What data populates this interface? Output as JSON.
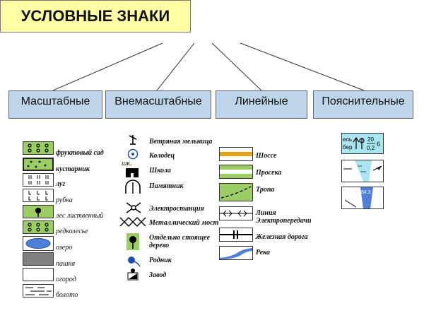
{
  "title": "УСЛОВНЫЕ ЗНАКИ",
  "categories": [
    {
      "key": "scale",
      "label": "Масштабные"
    },
    {
      "key": "nonscale",
      "label": "Внемасштабные"
    },
    {
      "key": "linear",
      "label": "Линейные"
    },
    {
      "key": "explanatory",
      "label": "Пояснительные"
    }
  ],
  "scale_signs": [
    "фруктовый сад",
    "кустарник",
    "луг",
    "рубка",
    "лес лиственный",
    "редколесье",
    "озеро",
    "пашня",
    "огород",
    "болото"
  ],
  "nonscale_signs": {
    "windmill": "Ветряная мельница",
    "well": "Колодец",
    "school_abbr": "шк.",
    "school": "Школа",
    "monument": "Памятник",
    "power_station": "Электростанция",
    "metal_bridge": "Металлический мост",
    "lone_tree": "Отдельно стоящее дерево",
    "spring": "Родник",
    "factory": "Завод"
  },
  "linear_signs": {
    "highway": "Шоссе",
    "clearing": "Просека",
    "path": "Тропа",
    "power_line_1": "Линия",
    "power_line_2": "Электропередачи",
    "railway": "Железная дорога",
    "river": "Река"
  },
  "explanatory_sign": {
    "text_top_left": "ель",
    "text_bottom_left": "бер",
    "num_top": "20",
    "num_bottom": "0,2",
    "num_right": "6",
    "river_mark": "84,3"
  },
  "colors": {
    "title_bg": "#ffffa6",
    "category_bg": "#bdd4ea",
    "green": "#9ccc65",
    "highway_orange": "#e6a21a",
    "water_blue": "#4f7fd6"
  }
}
